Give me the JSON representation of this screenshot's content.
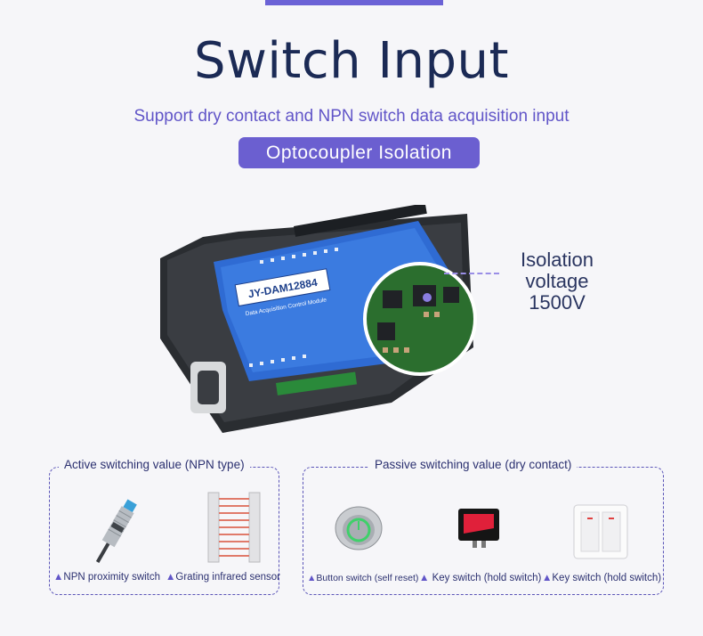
{
  "header": {
    "title": "Switch Input",
    "subtitle": "Support dry contact and NPN switch data acquisition input",
    "badge": "Optocoupler  Isolation"
  },
  "device": {
    "model_label": "JY-DAM12884",
    "model_sub": "Data Acquisition Control Module",
    "callout": "Isolation voltage 1500V"
  },
  "active_box": {
    "title": "Active switching value (NPN type)",
    "items": [
      {
        "icon": "proximity-sensor-icon",
        "label": "NPN proximity switch"
      },
      {
        "icon": "grating-sensor-icon",
        "label": "Grating infrared sensor"
      }
    ]
  },
  "passive_box": {
    "title": "Passive switching value (dry contact)",
    "items": [
      {
        "icon": "button-switch-icon",
        "label": "Button switch (self reset)"
      },
      {
        "icon": "rocker-switch-icon",
        "label": "Key switch (hold switch)"
      },
      {
        "icon": "wall-switch-icon",
        "label": "Key switch (hold switch)"
      }
    ]
  },
  "colors": {
    "accent": "#6b5fd0",
    "title": "#1b2a55",
    "device_blue": "#2f6bd3"
  }
}
